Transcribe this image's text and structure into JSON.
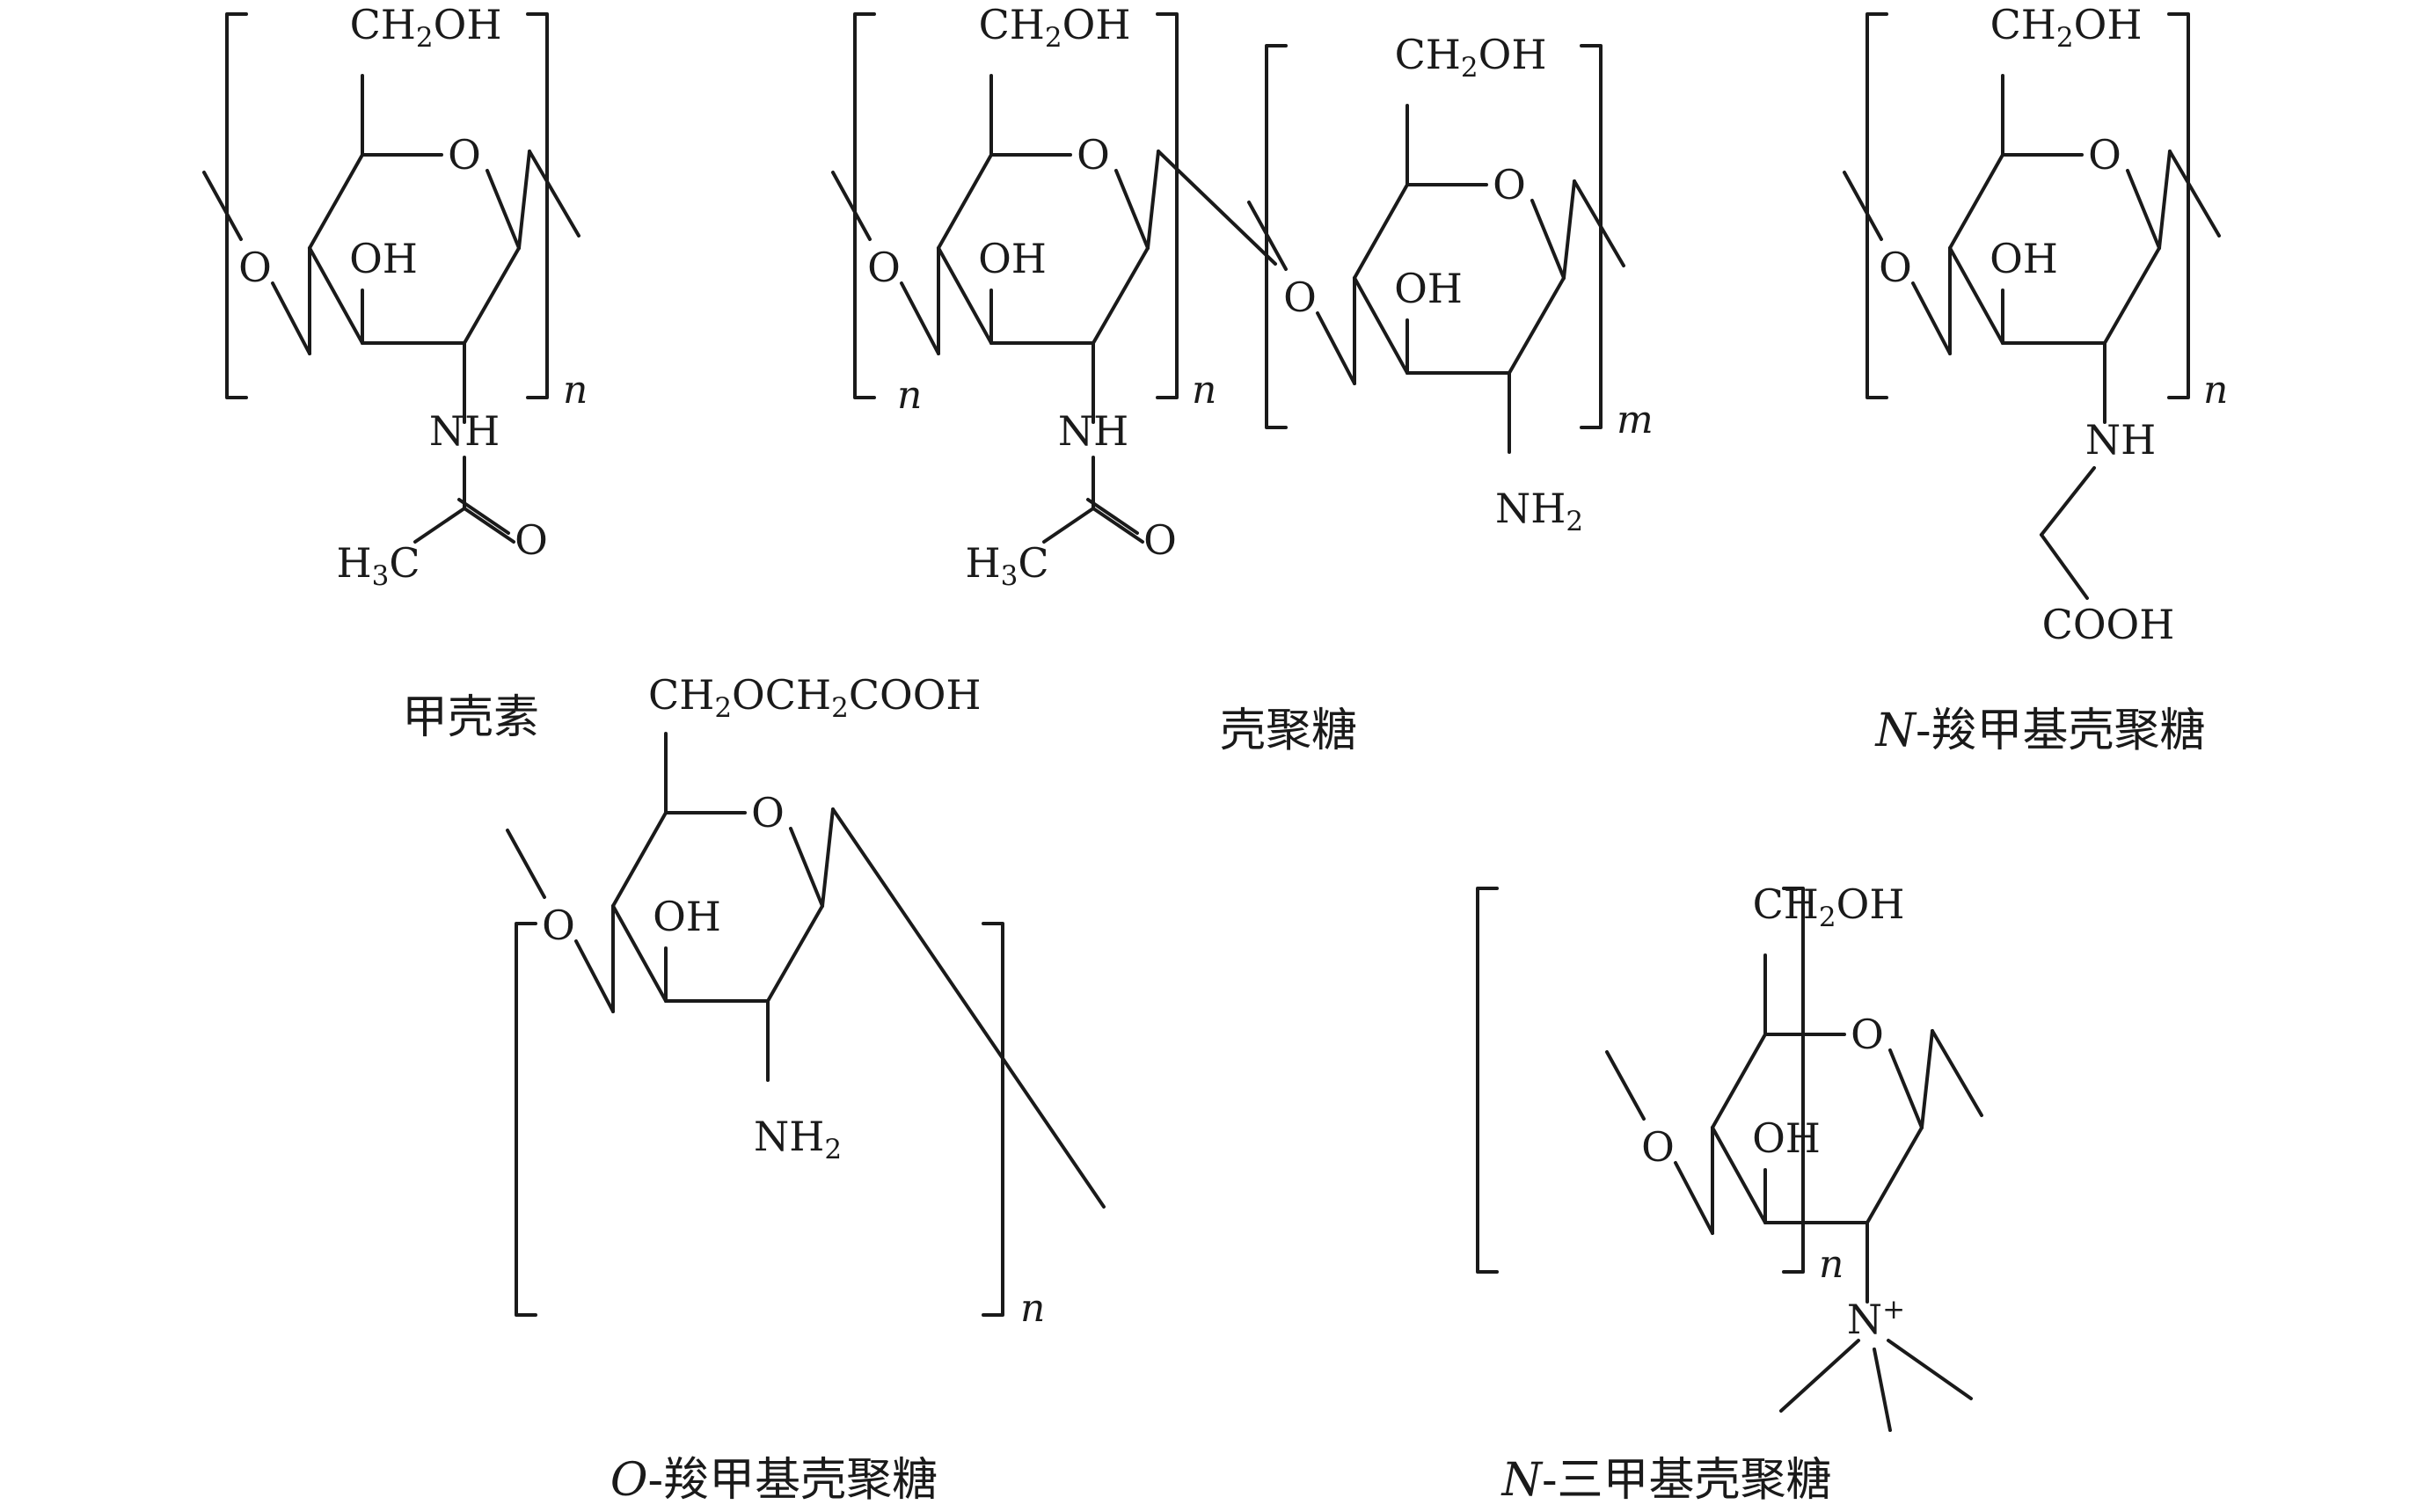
{
  "atoms": {
    "ch2oh_pre": "CH",
    "ch2oh_sub": "2",
    "ch2oh_post": "OH",
    "ring_o": "O",
    "hydroxyl": "OH",
    "glyco_o": "O",
    "nh": "NH",
    "nh2_pre": "NH",
    "nh2_sub": "2",
    "h3c_pre": "H",
    "h3c_sub": "3",
    "h3c_post": "C",
    "carbonyl_o": "O",
    "cooh": "COOH",
    "ocm_a": "CH",
    "ocm_s1": "2",
    "ocm_b": "OCH",
    "ocm_s2": "2",
    "ocm_c": "COOH",
    "nplus_pre": "N",
    "nplus_sup": "+"
  },
  "repeat_index": {
    "n": "n",
    "m": "m"
  },
  "captions": {
    "chitin": "甲壳素",
    "chitosan": "壳聚糖",
    "n_cmc": {
      "italic": "N",
      "rest": "-羧甲基壳聚糖"
    },
    "o_cmc": {
      "italic": "O",
      "rest": "-羧甲基壳聚糖"
    },
    "tmc": {
      "italic": "N",
      "rest": "-三甲基壳聚糖"
    }
  }
}
